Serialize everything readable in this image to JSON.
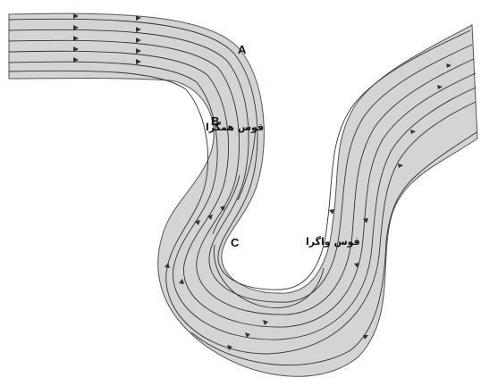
{
  "labels": {
    "point_a": "A",
    "point_b": "B",
    "point_c": "C",
    "convex_bend": "قوس همگرا",
    "concave_bend": "قوس واگرا"
  },
  "colors": {
    "channel_fill": "#d4d4d4",
    "streamline": "#333333",
    "background": "#ffffff"
  }
}
